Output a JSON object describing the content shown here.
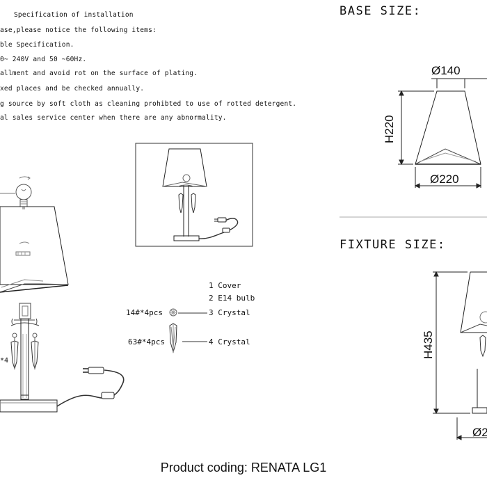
{
  "instructions": {
    "lines": [
      "Specification of installation",
      "ase,please notice the following items:",
      "ble Specification.",
      "0~ 240V and 50 ~60Hz.",
      "allment and avoid rot on the surface of plating.",
      "xed places and be checked annually.",
      "g source by soft cloth as cleaning prohibted to use of rotted detergent.",
      "al sales service center when there are any abnormality."
    ]
  },
  "base_size": {
    "title": "BASE SIZE:",
    "top_diameter": "Ø140",
    "height": "H220",
    "bottom_diameter": "Ø220"
  },
  "fixture_size": {
    "title": "FIXTURE SIZE:",
    "height": "H435",
    "bottom_diameter": "Ø2"
  },
  "parts": {
    "items": [
      {
        "label": "1  Cover"
      },
      {
        "label": "2  E14 bulb"
      },
      {
        "label": "3  Crystal",
        "qty": "14#*4pcs"
      },
      {
        "label": "4  Crystal",
        "qty": "63#*4pcs"
      }
    ],
    "side_qty": "*4"
  },
  "product_coding": "Product coding: RENATA LG1"
}
